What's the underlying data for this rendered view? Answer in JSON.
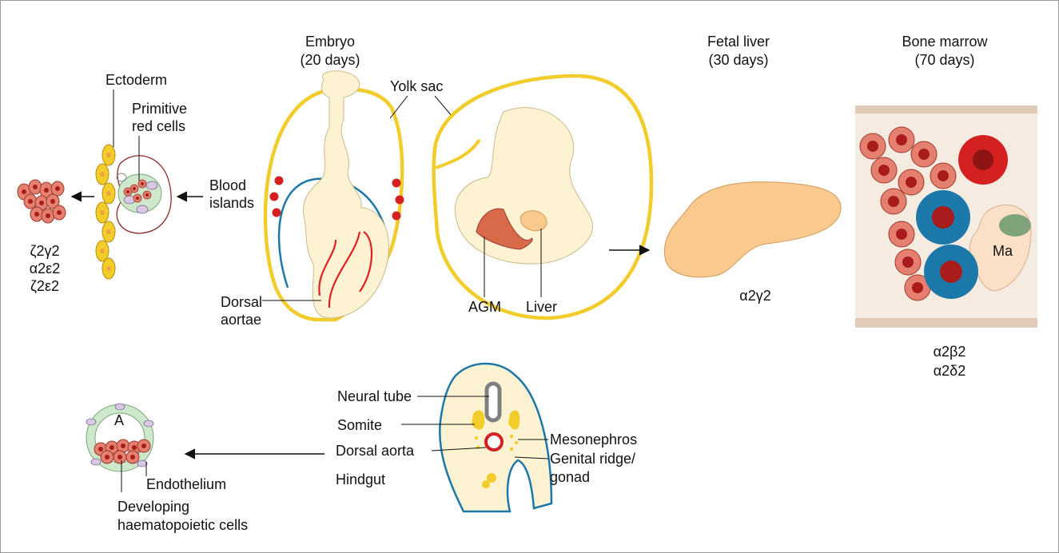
{
  "stage_embryo": {
    "name": "Embryo",
    "age": "(20 days)"
  },
  "stage_fetal_liver": {
    "name": "Fetal liver",
    "age": "(30 days)"
  },
  "stage_bone_marrow": {
    "name": "Bone marrow",
    "age": "(70 days)"
  },
  "labels": {
    "ectoderm": "Ectoderm",
    "primitive_red_cells_1": "Primitive",
    "primitive_red_cells_2": "red cells",
    "blood_islands_1": "Blood",
    "blood_islands_2": "islands",
    "yolk_sac": "Yolk sac",
    "dorsal_aortae_1": "Dorsal",
    "dorsal_aortae_2": "aortae",
    "agm": "AGM",
    "liver": "Liver",
    "macrophage": "Ma",
    "neural_tube": "Neural tube",
    "somite": "Somite",
    "dorsal_aorta": "Dorsal aorta",
    "hindgut": "Hindgut",
    "mesonephros": "Mesonephros",
    "genital_ridge_1": "Genital ridge/",
    "genital_ridge_2": "gonad",
    "aorta_lumen": "A",
    "endothelium": "Endothelium",
    "developing_cells_1": "Developing",
    "developing_cells_2": "haematopoietic cells"
  },
  "haemoglobins": {
    "embryonic": [
      "ζ2γ2",
      "α2ε2",
      "ζ2ε2"
    ],
    "fetal": [
      "α2γ2"
    ],
    "adult": [
      "α2β2",
      "α2δ2"
    ]
  },
  "colors": {
    "yolk_sac": "#f2cc2a",
    "embryo_fill": "#fdf3d2",
    "red_cell": "#e58070",
    "red_nucleus": "#a81c1c",
    "liver": "#fac98d",
    "vessel_blue": "#1c78a8",
    "marrow_bg": "#f5ebe0",
    "green_cell": "#cfe8cc"
  }
}
